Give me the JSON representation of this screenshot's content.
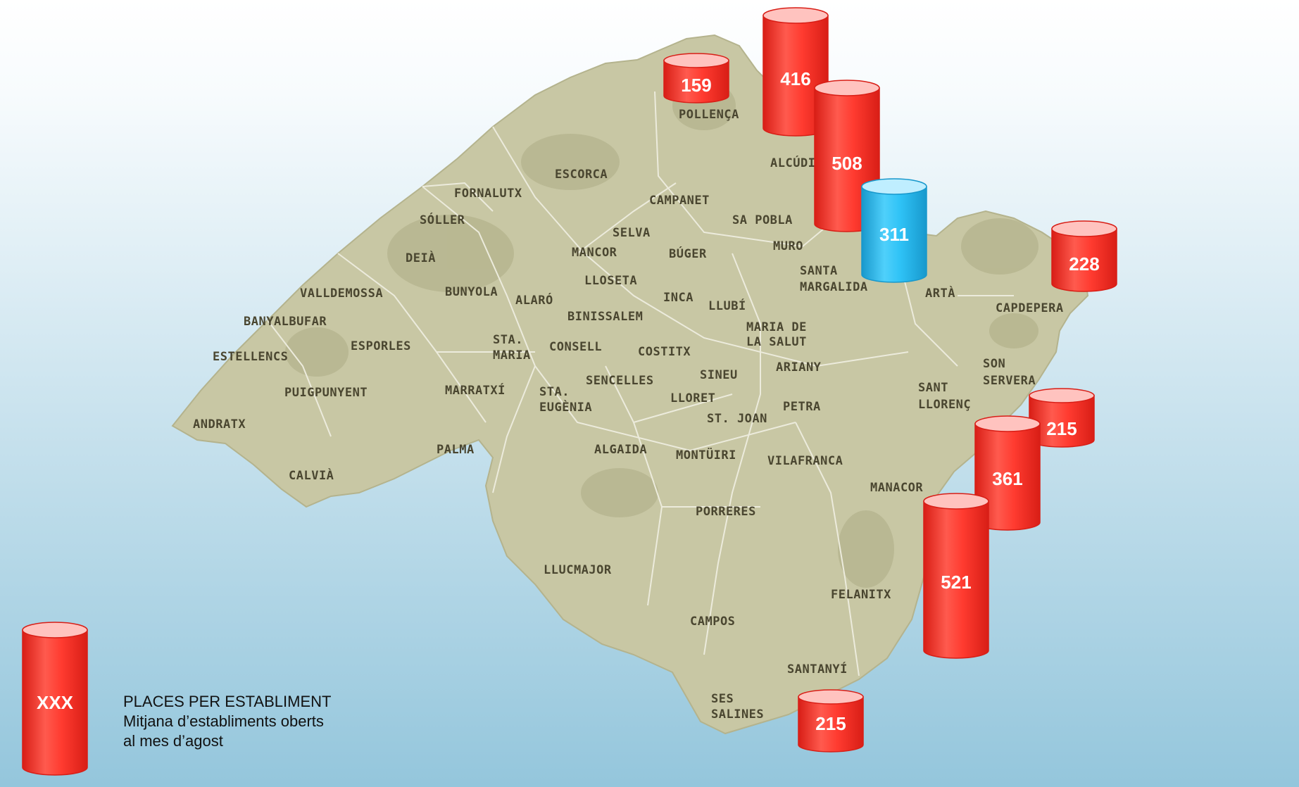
{
  "colors": {
    "sea_top": "#ffffff",
    "sea_bottom": "#94c6dc",
    "land": "#c8c7a4",
    "land_dark": "#b4b38d",
    "border": "#ecebdc",
    "cylinder_red": "#ff3b30",
    "cylinder_red_dark": "#d81e16",
    "cylinder_red_top": "#ffc3bf",
    "cylinder_blue": "#2ec2f6",
    "cylinder_blue_dark": "#1898cc",
    "cylinder_blue_top": "#bfeeff",
    "town_label": "#4a4630"
  },
  "municipalities": [
    "POLLENÇA",
    "ALCÚDIA",
    "ESCORCA",
    "FORNALUTX",
    "CAMPANET",
    "SA POBLA",
    "SÓLLER",
    "SELVA",
    "MURO",
    "MANCOR",
    "BÚGER",
    "DEIÀ",
    "SANTA",
    "MARGALIDA",
    "LLOSETA",
    "ARTÀ",
    "VALLDEMOSSA",
    "BUNYOLA",
    "ALARÓ",
    "INCA",
    "LLUBÍ",
    "CAPDEPERA",
    "BINISSALEM",
    "BANYALBUFAR",
    "MARIA DE",
    "LA SALUT",
    "STA.",
    "MARIA",
    "ESPORLES",
    "CONSELL",
    "COSTITX",
    "ESTELLENCS",
    "ARIANY",
    "SON",
    "SERVERA",
    "SINEU",
    "SENCELLES",
    "MARRATXÍ",
    "STA.",
    "EUGÈNIA",
    "PUIGPUNYENT",
    "LLORET",
    "SANT",
    "LLORENÇ",
    "PETRA",
    "ST. JOAN",
    "ANDRATX",
    "PALMA",
    "ALGAIDA",
    "MONTÜIRI",
    "VILAFRANCA",
    "CALVIÀ",
    "MANACOR",
    "PORRERES",
    "LLUCMAJOR",
    "FELANITX",
    "CAMPOS",
    "SANTANYÍ",
    "SES",
    "SALINES"
  ],
  "cylinders": [
    {
      "value": "416",
      "color": "red"
    },
    {
      "value": "159",
      "color": "red"
    },
    {
      "value": "508",
      "color": "red"
    },
    {
      "value": "311",
      "color": "blue"
    },
    {
      "value": "228",
      "color": "red"
    },
    {
      "value": "215",
      "color": "red"
    },
    {
      "value": "361",
      "color": "red"
    },
    {
      "value": "521",
      "color": "red"
    },
    {
      "value": "215",
      "color": "red"
    }
  ],
  "legend": {
    "sample": "XXX",
    "title": "PLACES PER ESTABLIMENT",
    "line1": "Mitjana d’establiments oberts",
    "line2": "al mes d’agost"
  }
}
